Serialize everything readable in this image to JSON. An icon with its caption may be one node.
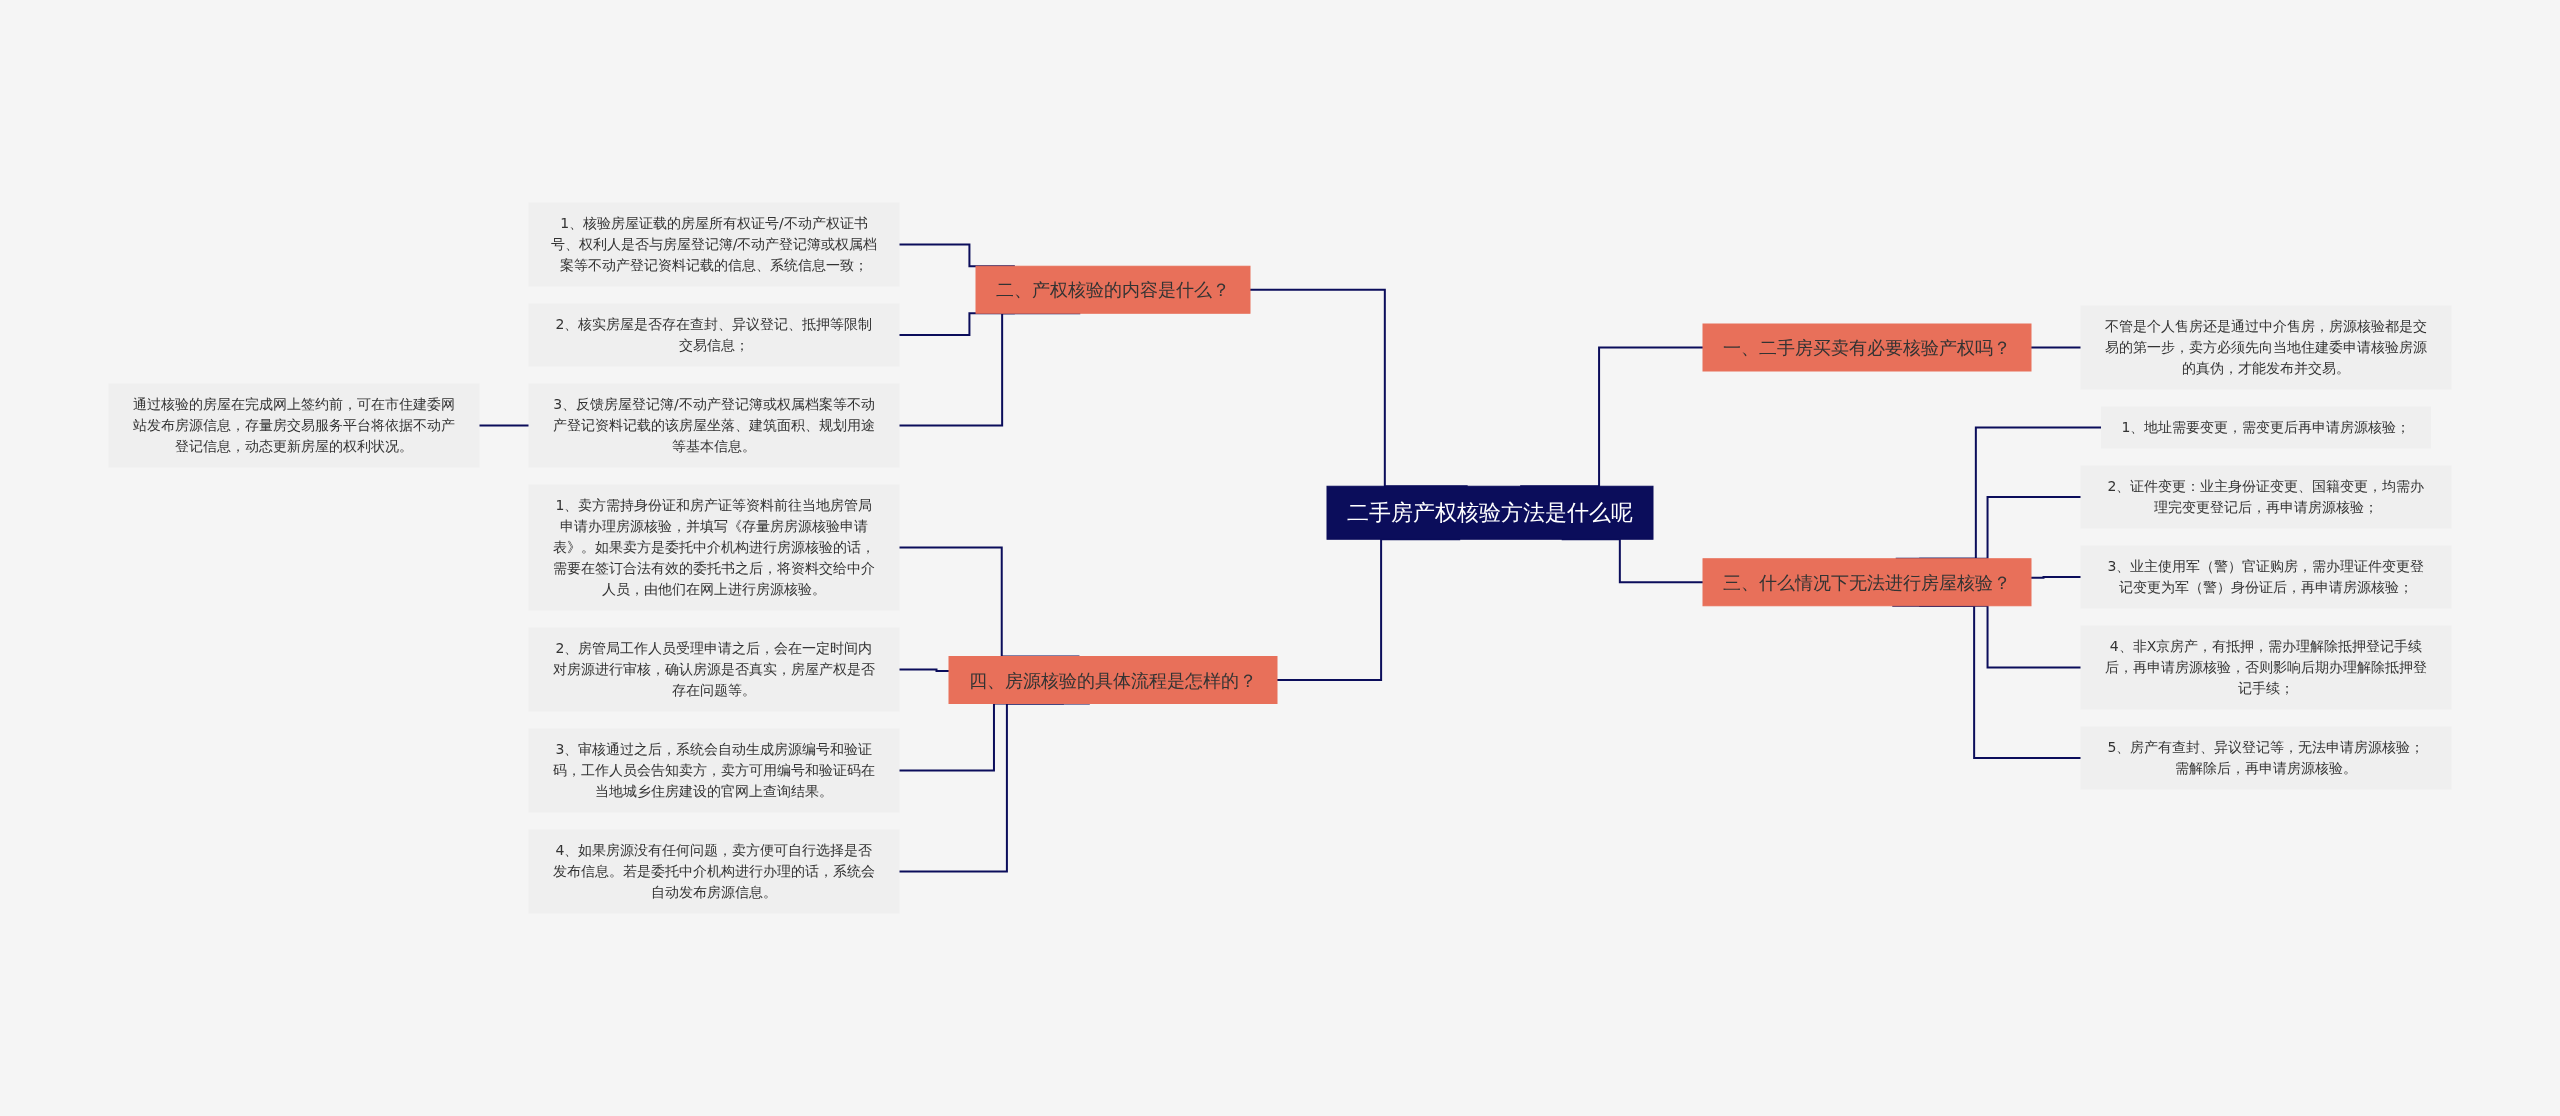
{
  "diagram": {
    "nodes": [
      {
        "text": [
          "二手房产权核验方法是什么呢"
        ]
      },
      {
        "text": [
          "二、产权核验的内容是什么？"
        ]
      },
      {
        "text": [
          "1、核验房屋证载的房屋所有权证号/不动产权证书号、权利人是否与房屋登记簿/不动产登记簿或权属档案等不动产登记资料记载的信息、系统信息一致；"
        ]
      },
      {
        "text": [
          "2、核实房屋是否存在查封、异议登记、抵押等限制交易信息；"
        ]
      },
      {
        "text": [
          "3、反馈房屋登记簿/不动产登记簿或权属档案等不动产登记资料记载的该房屋坐落、建筑面积、规划用途等基本信息。"
        ]
      },
      {
        "text": [
          "通过核验的房屋在完成网上签约前，可在市住建委网站发布房源信息，存量房交易服务平台将依据不动产登记信息，动态更新房屋的权利状况。"
        ]
      },
      {
        "text": [
          "四、房源核验的具体流程是怎样的？"
        ]
      },
      {
        "text": [
          "1、卖方需持身份证和房产证等资料前往当地房管局申请办理房源核验，并填写《存量房房源核验申请表》。如果卖方是委托中介机构进行房源核验的话，需要在签订合法有效的委托书之后，将资料交给中介人员，由他们在网上进行房源核验。"
        ]
      },
      {
        "text": [
          "2、房管局工作人员受理申请之后，会在一定时间内对房源进行审核，确认房源是否真实，房屋产权是否存在问题等。"
        ]
      },
      {
        "text": [
          "3、审核通过之后，系统会自动生成房源编号和验证码，工作人员会告知卖方，卖方可用编号和验证码在当地城乡住房建设的官网上查询结果。"
        ]
      },
      {
        "text": [
          "4、如果房源没有任何问题，卖方便可自行选择是否发布信息。若是委托中介机构进行办理的话，系统会自动发布房源信息。"
        ]
      },
      {
        "text": [
          "一、二手房买卖有必要核验产权吗？"
        ]
      },
      {
        "text": [
          "不管是个人售房还是通过中介售房，房源核验都是交易的第一步，卖方必须先向当地住建委申请核验房源的真伪，才能发布并交易。"
        ]
      },
      {
        "text": [
          "三、什么情况下无法进行房屋核验？"
        ]
      },
      {
        "text": [
          "1、地址需要变更，需变更后再申请房源核验；"
        ]
      },
      {
        "text": [
          "2、证件变更：业主身份证变更、国籍变更，均需办理完变更登记后，再申请房源核验；"
        ]
      },
      {
        "text": [
          "3、业主使用军（警）官证购房，需办理证件变更登记变更为军（警）身份证后，再申请房源核验；"
        ]
      },
      {
        "text": [
          "4、非X京房产，有抵押，需办理解除抵押登记手续后，再申请房源核验，否则影响后期办理解除抵押登记手续；"
        ]
      },
      {
        "text": [
          "5、房产有查封、异议登记等，无法申请房源核验；需解除后，再申请房源核验。"
        ]
      }
    ],
    "edges": [
      {
        "from": 1,
        "to": 0,
        "arrow": "none"
      },
      {
        "from": 2,
        "to": 1,
        "arrow": "none"
      },
      {
        "from": 3,
        "to": 1,
        "arrow": "none"
      },
      {
        "from": 4,
        "to": 1,
        "arrow": "none"
      },
      {
        "from": 5,
        "to": 4,
        "arrow": "none"
      },
      {
        "from": 6,
        "to": 0,
        "arrow": "none"
      },
      {
        "from": 7,
        "to": 6,
        "arrow": "none"
      },
      {
        "from": 8,
        "to": 6,
        "arrow": "none"
      },
      {
        "from": 9,
        "to": 6,
        "arrow": "none"
      },
      {
        "from": 10,
        "to": 6,
        "arrow": "none"
      },
      {
        "from": 0,
        "to": 11,
        "arrow": "none"
      },
      {
        "from": 11,
        "to": 12,
        "arrow": "none"
      },
      {
        "from": 0,
        "to": 13,
        "arrow": "none"
      },
      {
        "from": 13,
        "to": 14,
        "arrow": "none"
      },
      {
        "from": 13,
        "to": 15,
        "arrow": "none"
      },
      {
        "from": 13,
        "to": 16,
        "arrow": "none"
      },
      {
        "from": 13,
        "to": 17,
        "arrow": "none"
      },
      {
        "from": 13,
        "to": 18,
        "arrow": "none"
      }
    ]
  }
}
